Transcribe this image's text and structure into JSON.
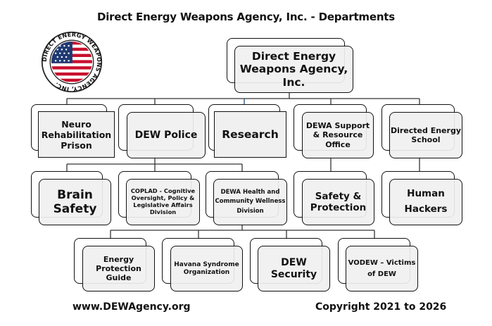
{
  "title": "Direct Energy Weapons Agency, Inc. - Departments",
  "logo": {
    "text": "DIRECT ENERGY WEAPONS AGENCY, INC.",
    "icon": "us-flag-seal-icon"
  },
  "root": {
    "label": "Direct Energy Weapons Agency, Inc."
  },
  "level1": [
    {
      "label": "Neuro Rehabilitation Prison"
    },
    {
      "label": "DEW Police"
    },
    {
      "label": "Research"
    },
    {
      "label": "DEWA Support & Resource Office"
    },
    {
      "label": "Directed Energy School"
    }
  ],
  "level2": [
    {
      "label": "Brain Safety",
      "parent": "DEW Police"
    },
    {
      "label": "COPLAD - Cognitive Oversight, Policy & Legislative Affairs Division",
      "parent": "DEW Police"
    },
    {
      "label": "DEWA Health and Community Wellness Division",
      "parent": "DEW Police"
    },
    {
      "label": "Safety & Protection",
      "parent": "DEWA Support & Resource Office"
    },
    {
      "label": "Human Hackers",
      "parent": "Directed Energy School"
    }
  ],
  "level3": [
    {
      "label": "Energy Protection Guide",
      "parent": "DEWA Health and Community Wellness Division"
    },
    {
      "label": "Havana Syndrome Organization",
      "parent": "DEWA Health and Community Wellness Division"
    },
    {
      "label": "DEW Security",
      "parent": "DEWA Health and Community Wellness Division"
    },
    {
      "label": "VODEW – Victims of DEW",
      "parent": "DEWA Health and Community Wellness Division"
    }
  ],
  "footer": {
    "website": "www.DEWAgency.org",
    "copyright": "Copyright 2021 to 2026"
  },
  "colors": {
    "line": "#333333",
    "box_fill": "#f0f0f0",
    "flag_red": "#c8102e",
    "flag_blue": "#1f3a73"
  }
}
